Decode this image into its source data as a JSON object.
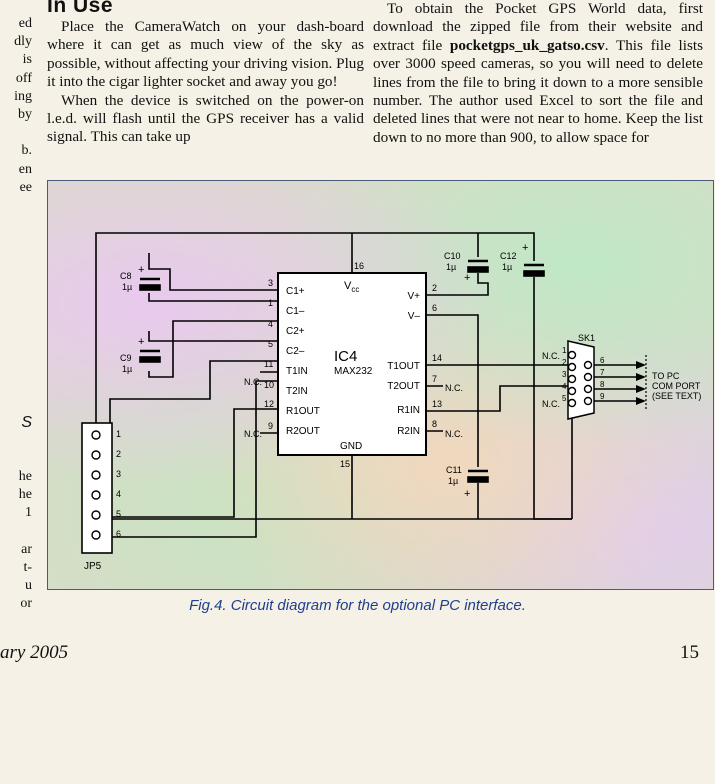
{
  "left_fragments": [
    "ed",
    "dly",
    "is",
    "off",
    "ing",
    "by",
    "",
    "b.",
    "en",
    "ee"
  ],
  "left_fragments2": [
    "S"
  ],
  "left_fragments3": [
    "he",
    "he",
    "1",
    "",
    "ar",
    "t-",
    "u",
    "or"
  ],
  "heading": "In Use",
  "col1": {
    "p1": "Place the CameraWatch on your dash-board where it can get as much view of the sky as possible, without affecting your driving vision. Plug it into the cigar lighter socket and away you go!",
    "p2": "When the device is switched on the power-on l.e.d. will flash until the GPS receiver has a valid signal. This can take up"
  },
  "col2": {
    "p1": "To obtain the Pocket GPS World data, first download the zipped file from their website and extract file ",
    "bold": "pocketgps_uk_gatso.csv",
    "p1_end": ". This file lists over 3000 speed cameras, so you will need to delete lines from the file to bring it down to a more sensible number. The author used Excel to sort the file and deleted lines that were not near to home. Keep the list down to no more than 900, to allow space for"
  },
  "circuit": {
    "ic_name": "IC4",
    "ic_part": "MAX232",
    "vcc": "V",
    "vcc_sub": "cc",
    "gnd": "GND",
    "pins_left": [
      {
        "name": "C1+",
        "num": "3"
      },
      {
        "name": "C1–",
        "num": "1"
      },
      {
        "name": "C2+",
        "num": "4"
      },
      {
        "name": "C2–",
        "num": "5"
      },
      {
        "name": "T1IN",
        "num": "11"
      },
      {
        "name": "T2IN",
        "num": "10"
      },
      {
        "name": "R1OUT",
        "num": "12"
      },
      {
        "name": "R2OUT",
        "num": "9"
      }
    ],
    "pins_right": [
      {
        "name": "V+",
        "num": "2"
      },
      {
        "name": "V–",
        "num": "6"
      },
      {
        "name": "T1OUT",
        "num": "14"
      },
      {
        "name": "T2OUT",
        "num": "7"
      },
      {
        "name": "R1IN",
        "num": "13"
      },
      {
        "name": "R2IN",
        "num": "8"
      }
    ],
    "vcc_pin": "16",
    "gnd_pin": "15",
    "nc": "N.C.",
    "caps": [
      {
        "name": "C8",
        "value": "1µ"
      },
      {
        "name": "C9",
        "value": "1µ"
      },
      {
        "name": "C10",
        "value": "1µ"
      },
      {
        "name": "C12",
        "value": "1µ"
      },
      {
        "name": "C11",
        "value": "1µ"
      }
    ],
    "plus": "+",
    "header_name": "JP5",
    "header_pins": [
      "1",
      "2",
      "3",
      "4",
      "5",
      "6"
    ],
    "connector_name": "SK1",
    "connector_pins_left": [
      "1",
      "2",
      "3",
      "4",
      "5"
    ],
    "connector_pins_right": [
      "6",
      "7",
      "8",
      "9"
    ],
    "pc_label": [
      "TO PC",
      "COM PORT",
      "(SEE TEXT)"
    ]
  },
  "caption": "Fig.4. Circuit diagram for the optional PC interface.",
  "footer_left": "ary 2005",
  "page_number": "15"
}
